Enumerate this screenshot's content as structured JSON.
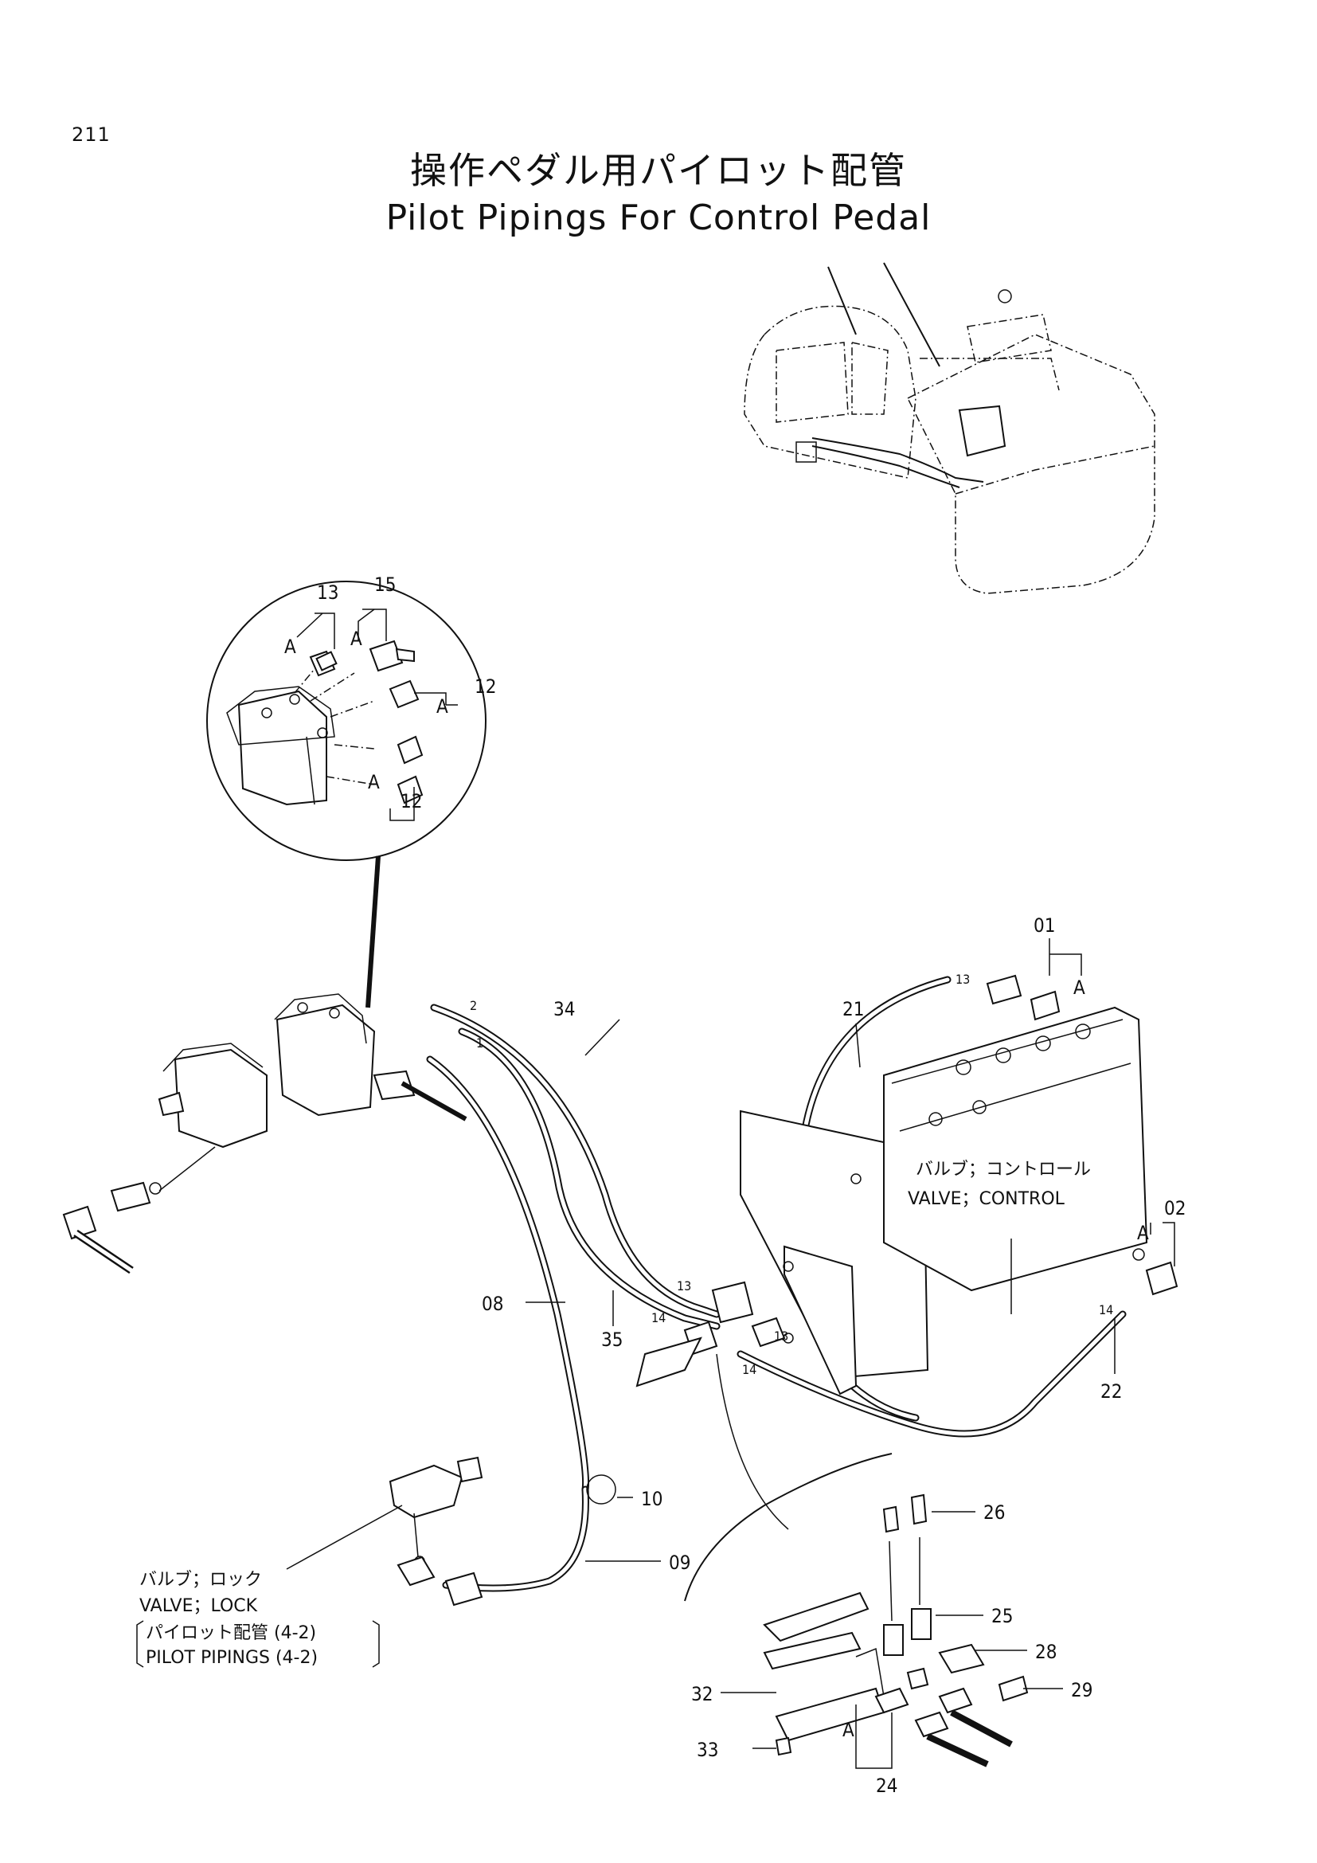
{
  "page": {
    "number": "211",
    "title_jp": "操作ペダル用パイロット配管",
    "title_en": "Pilot Pipings For Control Pedal"
  },
  "detail_callouts": {
    "top": [
      "13",
      "15",
      "12",
      "12"
    ],
    "A": "A"
  },
  "part_labels": {
    "p01": "01",
    "p02": "02",
    "p08": "08",
    "p09": "09",
    "p10": "10",
    "p21": "21",
    "p22": "22",
    "p24": "24",
    "p25": "25",
    "p26": "26",
    "p28": "28",
    "p29": "29",
    "p32": "32",
    "p33": "33",
    "p34": "34",
    "p35": "35",
    "small_13": "13",
    "small_14": "14",
    "small_1": "1",
    "small_2": "2"
  },
  "notes": {
    "control_valve_jp": "バルブ；コントロール",
    "control_valve_en": "VALVE；CONTROL",
    "lock_valve_jp": "バルブ；ロック",
    "lock_valve_en": "VALVE；LOCK",
    "pilot_ref_jp": "パイロット配管 (4-2)",
    "pilot_ref_en": "PILOT  PIPINGS (4-2)"
  }
}
